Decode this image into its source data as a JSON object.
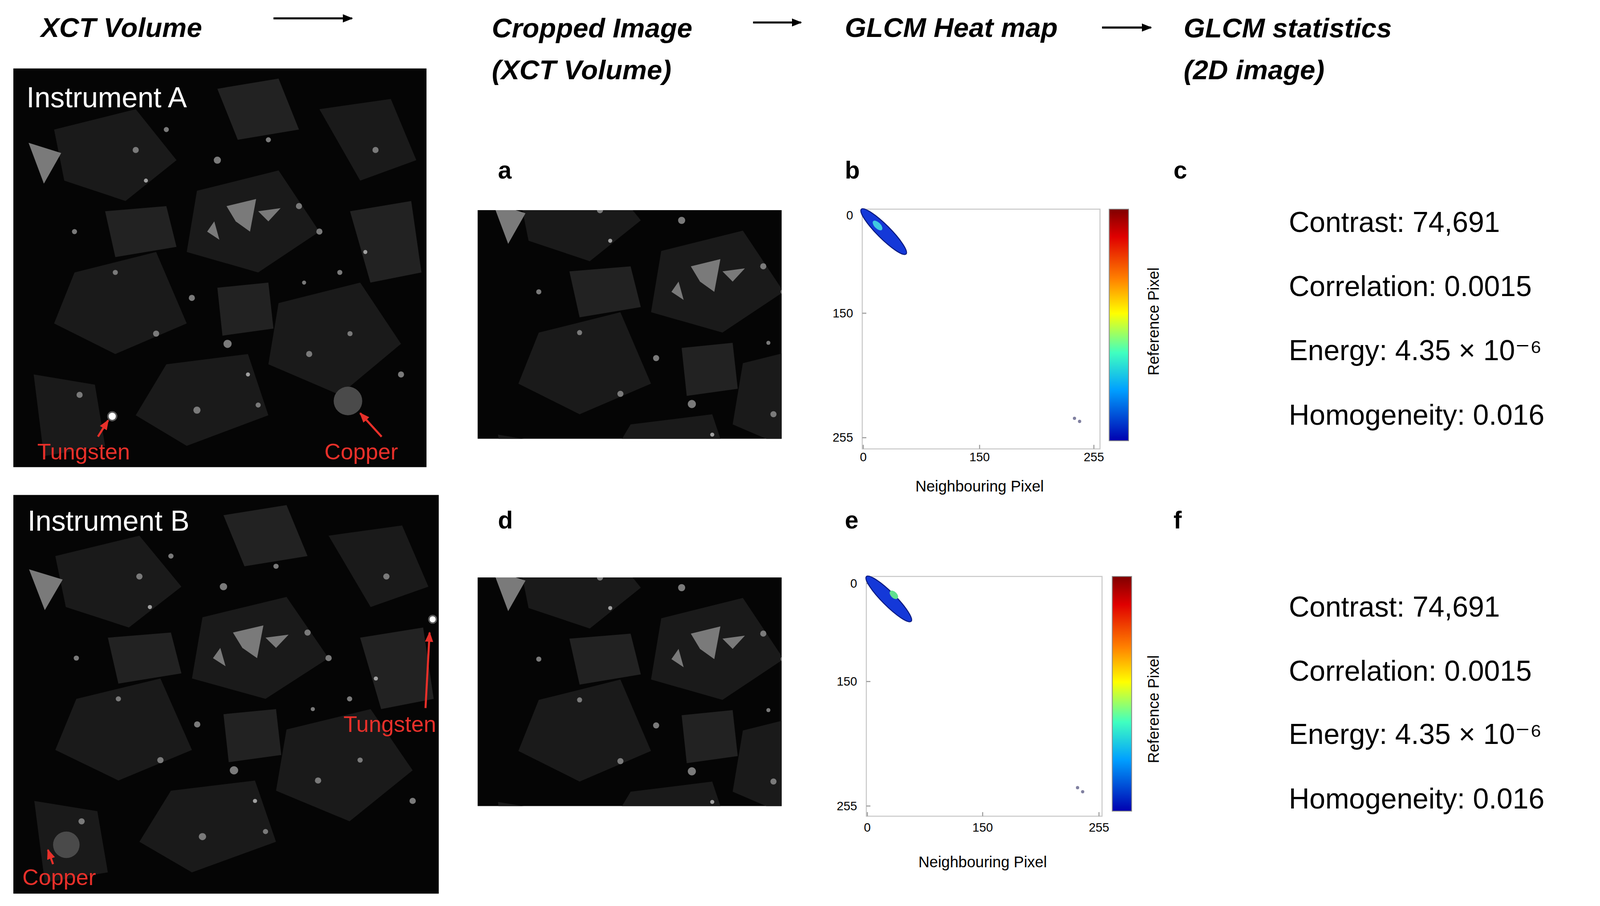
{
  "diagram": {
    "nodes": [
      {
        "text": [
          "Instrument A",
          "Tungsten",
          "Copper"
        ]
      },
      {
        "text": [
          "Instrument B",
          "Tungsten",
          "Copper"
        ]
      }
    ],
    "labels": [
      "XCT Volume",
      "Cropped Image (XCT Volume)",
      "GLCM Heat map",
      "GLCM statistics (2D image)",
      "a",
      "b",
      "c",
      "0",
      "150",
      "255",
      "0",
      "150",
      "255",
      "Neighbouring Pixel",
      "Reference Pixel",
      "Contrast: 74,691",
      "Correlation: 0.0015",
      "Energy: 4.35 × 10⁻⁶",
      "Homogeneity: 0.016",
      "d",
      "e",
      "f",
      "0",
      "150",
      "255",
      "0",
      "150",
      "255",
      "Neighbouring Pixel",
      "Reference Pixel",
      "Contrast: 74,691",
      "Correlation: 0.0015",
      "Energy: 4.35 × 10⁻⁶",
      "Homogeneity: 0.016"
    ]
  }
}
